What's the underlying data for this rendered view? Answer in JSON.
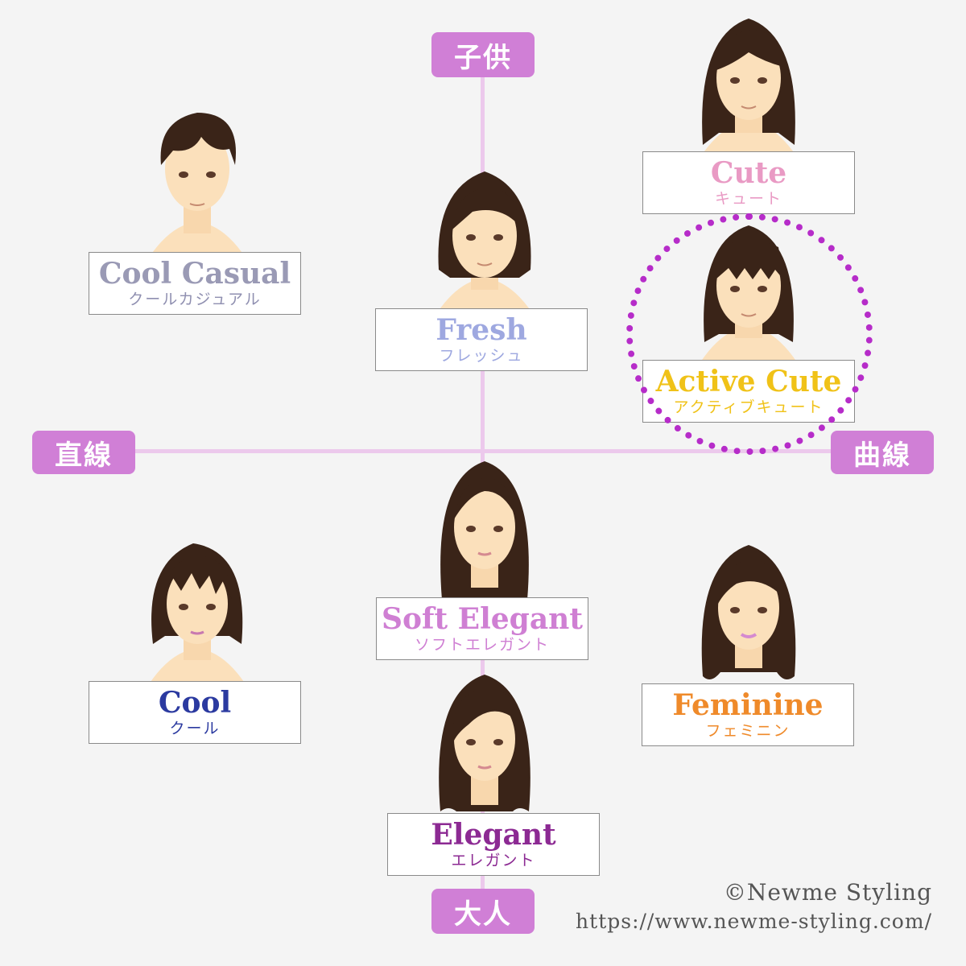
{
  "axes": {
    "top": "子供",
    "bottom": "大人",
    "left": "直線",
    "right": "曲線"
  },
  "types": [
    {
      "key": "cool_casual",
      "en": "Cool Casual",
      "jp": "クールカジュアル",
      "color": "#9a9ab5",
      "jp_color": "#8f8fb0"
    },
    {
      "key": "fresh",
      "en": "Fresh",
      "jp": "フレッシュ",
      "color": "#9ea8e0",
      "jp_color": "#9ea8e0"
    },
    {
      "key": "cute",
      "en": "Cute",
      "jp": "キュート",
      "color": "#e99ac4",
      "jp_color": "#e99ac4"
    },
    {
      "key": "active_cute",
      "en": "Active Cute",
      "jp": "アクティブキュート",
      "color": "#f0c218",
      "jp_color": "#f0c218"
    },
    {
      "key": "soft_elegant",
      "en": "Soft Elegant",
      "jp": "ソフトエレガント",
      "color": "#cf7fd3",
      "jp_color": "#cf7fd3"
    },
    {
      "key": "cool",
      "en": "Cool",
      "jp": "クール",
      "color": "#2b3aa0",
      "jp_color": "#2b3aa0"
    },
    {
      "key": "feminine",
      "en": "Feminine",
      "jp": "フェミニン",
      "color": "#ef8a2a",
      "jp_color": "#ef8a2a"
    },
    {
      "key": "elegant",
      "en": "Elegant",
      "jp": "エレガント",
      "color": "#8c2a93",
      "jp_color": "#8c2a93"
    }
  ],
  "highlight": "active_cute",
  "copyright": "©Newme Styling",
  "url": "https://www.newme-styling.com/"
}
